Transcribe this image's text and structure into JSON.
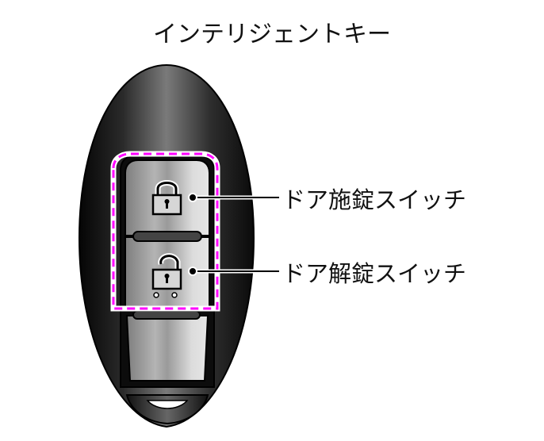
{
  "title": "インテリジェントキー",
  "callouts": [
    {
      "label": "ドア施錠スイッチ",
      "icon": "lock-closed-icon"
    },
    {
      "label": "ドア解錠スイッチ",
      "icon": "lock-open-icon"
    }
  ],
  "colors": {
    "highlight_dash": "#ff00ff",
    "body_dark": "#111111",
    "button_face": "#c8c8c8",
    "leader_line": "#000000"
  }
}
